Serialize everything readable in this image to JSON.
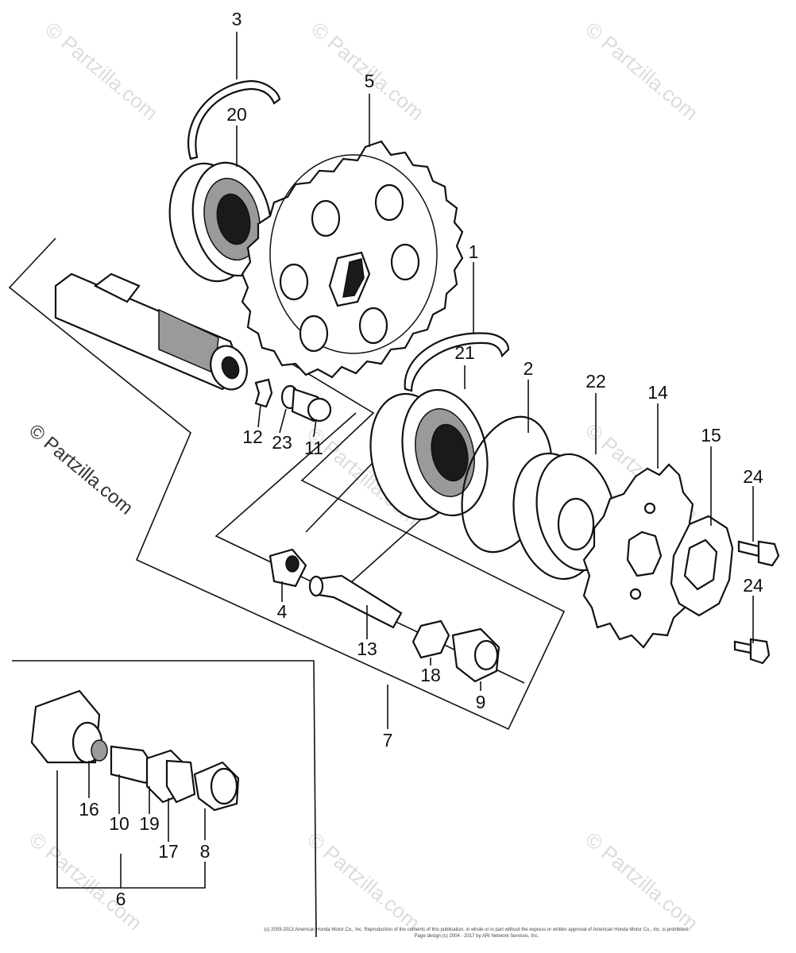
{
  "watermark_text": "© Partzilla.com",
  "callouts": {
    "c1": "1",
    "c2": "2",
    "c3": "3",
    "c4": "4",
    "c5": "5",
    "c6": "6",
    "c7": "7",
    "c8": "8",
    "c9": "9",
    "c10": "10",
    "c11": "11",
    "c12": "12",
    "c13": "13",
    "c14": "14",
    "c15": "15",
    "c16": "16",
    "c17": "17",
    "c18": "18",
    "c19": "19",
    "c20": "20",
    "c21": "21",
    "c22": "22",
    "c23": "23",
    "c24a": "24",
    "c24b": "24"
  },
  "footer": {
    "line1": "(c) 2003-2013 American Honda Motor Co., Inc. Reproduction of the contents of this publication, in whole or in part without the express or written approval of American Honda Motor Co., Inc. is prohibited.",
    "line2": "Page design (c) 2004 - 2017 by ARI Network Services, Inc."
  }
}
